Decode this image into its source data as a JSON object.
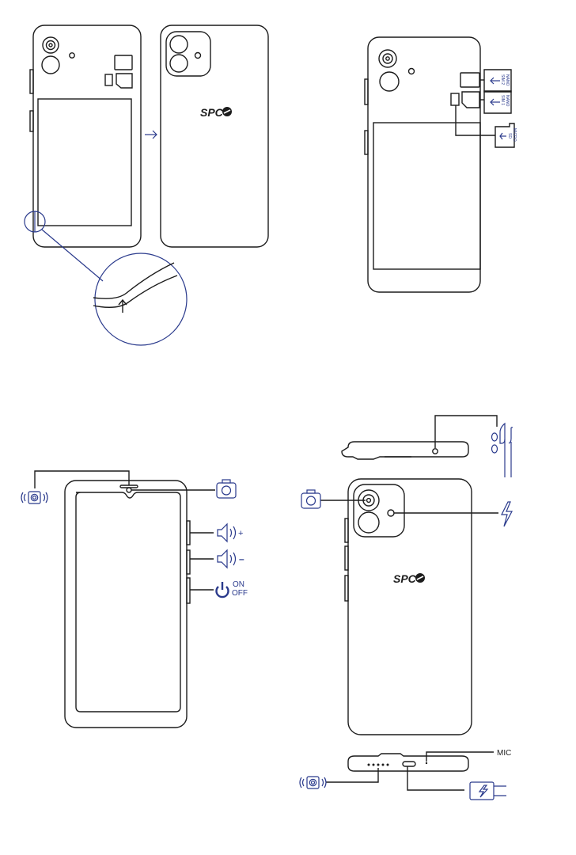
{
  "brand": {
    "logo_text": "SPC"
  },
  "sim_card_slots": {
    "sim2_label_line1": "NANO",
    "sim2_label_line2": "SIM 2",
    "sim1_label_line1": "NANO",
    "sim1_label_line2": "SIM 1",
    "microsd_label_line1": "MICRO",
    "microsd_label_line2": "SD"
  },
  "side_buttons": {
    "volume_up_sign": "+",
    "volume_down_sign": "–",
    "power_label_line1": "ON",
    "power_label_line2": "OFF"
  },
  "bottom_edge": {
    "mic_label": "MIC"
  },
  "colors": {
    "line_art": "#1c1c1c",
    "callouts": "#2a3a8c",
    "background": "#ffffff"
  }
}
